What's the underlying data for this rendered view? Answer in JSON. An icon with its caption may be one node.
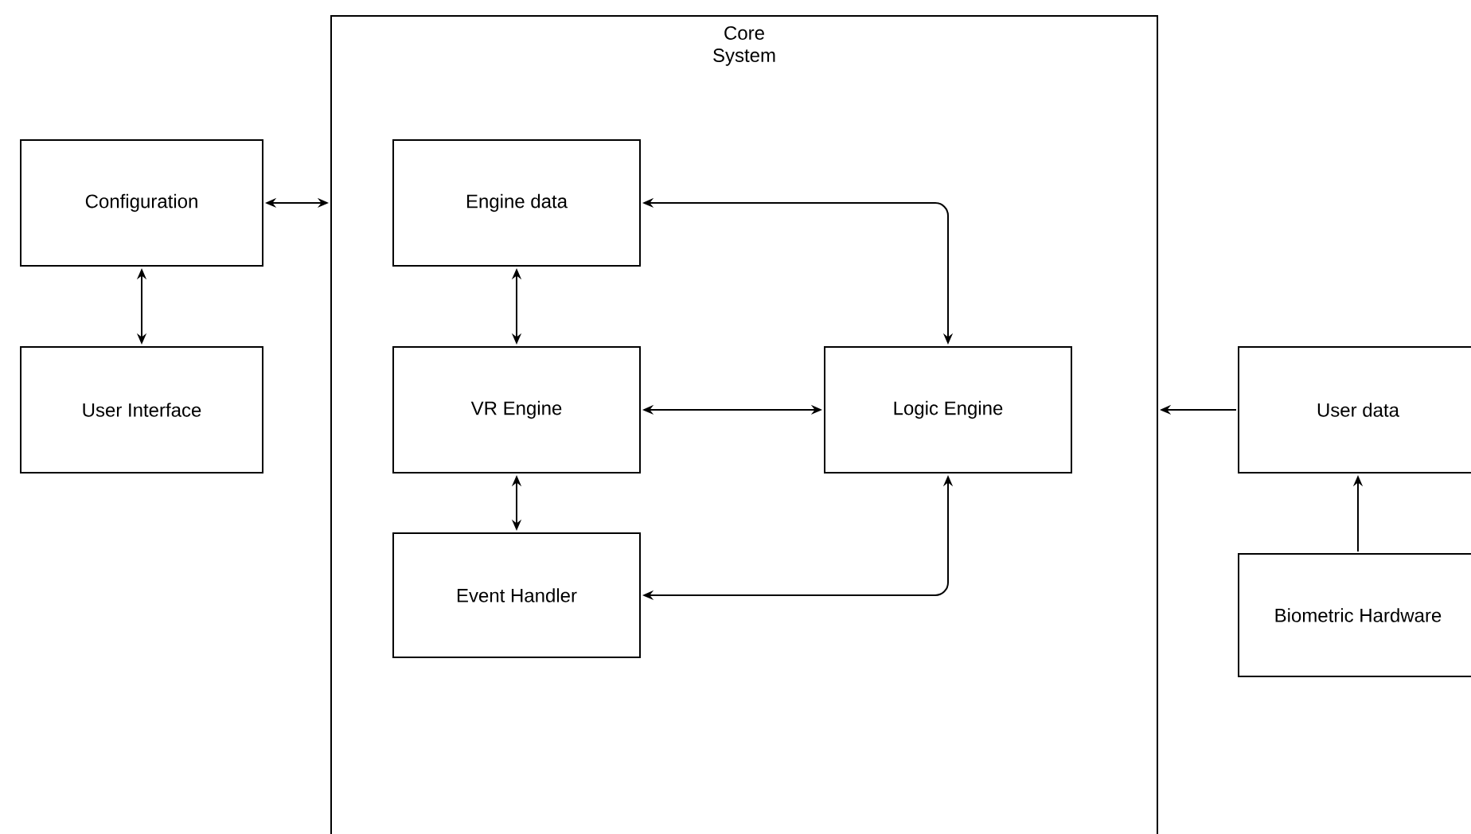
{
  "diagram": {
    "nodes": [
      {
        "text": [
          "Core System"
        ]
      },
      {
        "text": [
          "Configuration"
        ]
      },
      {
        "text": [
          "User Interface"
        ]
      },
      {
        "text": [
          "Engine data"
        ],
        "in": 0
      },
      {
        "text": [
          "VR Engine"
        ],
        "in": 0
      },
      {
        "text": [
          "Event Handler"
        ],
        "in": 0
      },
      {
        "text": [
          "Logic Engine"
        ],
        "in": 0
      },
      {
        "text": [
          "User data"
        ]
      },
      {
        "text": [
          "Biometric Hardware"
        ]
      }
    ],
    "edges": [
      {
        "from": 1,
        "to": 0,
        "arrow": "both"
      },
      {
        "from": 1,
        "to": 2,
        "arrow": "both"
      },
      {
        "from": 3,
        "to": 4,
        "arrow": "both"
      },
      {
        "from": 4,
        "to": 5,
        "arrow": "both"
      },
      {
        "from": 3,
        "to": 6,
        "arrow": "both"
      },
      {
        "from": 4,
        "to": 6,
        "arrow": "both"
      },
      {
        "from": 5,
        "to": 6,
        "arrow": "both"
      },
      {
        "from": 7,
        "to": 0,
        "arrow": "to"
      },
      {
        "from": 8,
        "to": 7,
        "arrow": "to"
      }
    ]
  }
}
